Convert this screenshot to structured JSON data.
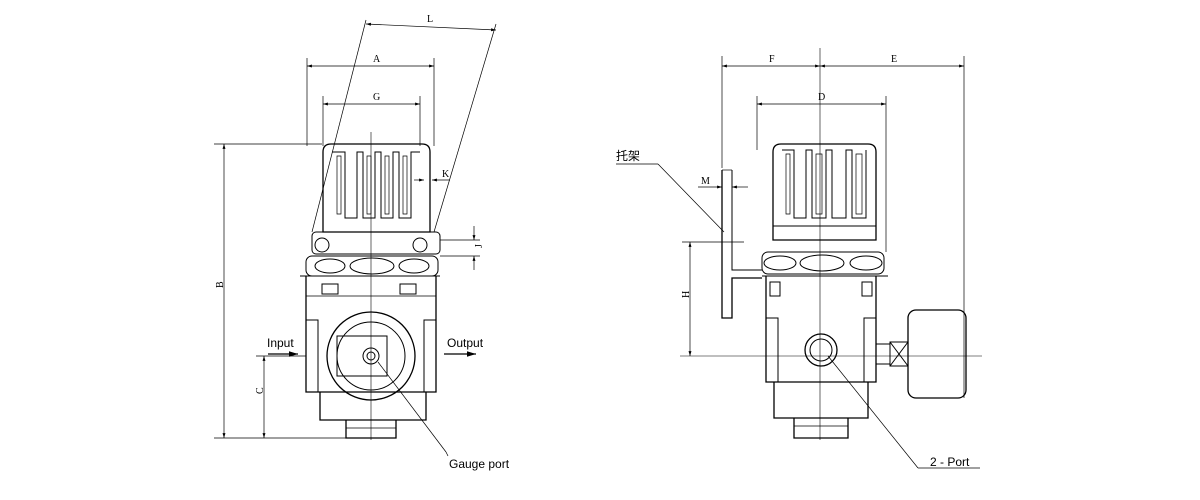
{
  "front_view": {
    "dims": {
      "L": "L",
      "A": "A",
      "G": "G",
      "K": "K",
      "J": "J",
      "B": "B",
      "C": "C"
    },
    "labels": {
      "input": "Input",
      "output": "Output",
      "gauge_port": "Gauge port"
    }
  },
  "side_view": {
    "dims": {
      "F": "F",
      "E": "E",
      "D": "D",
      "M": "M",
      "H": "H"
    },
    "labels": {
      "bracket": "托架",
      "port": "2 - Port"
    }
  }
}
